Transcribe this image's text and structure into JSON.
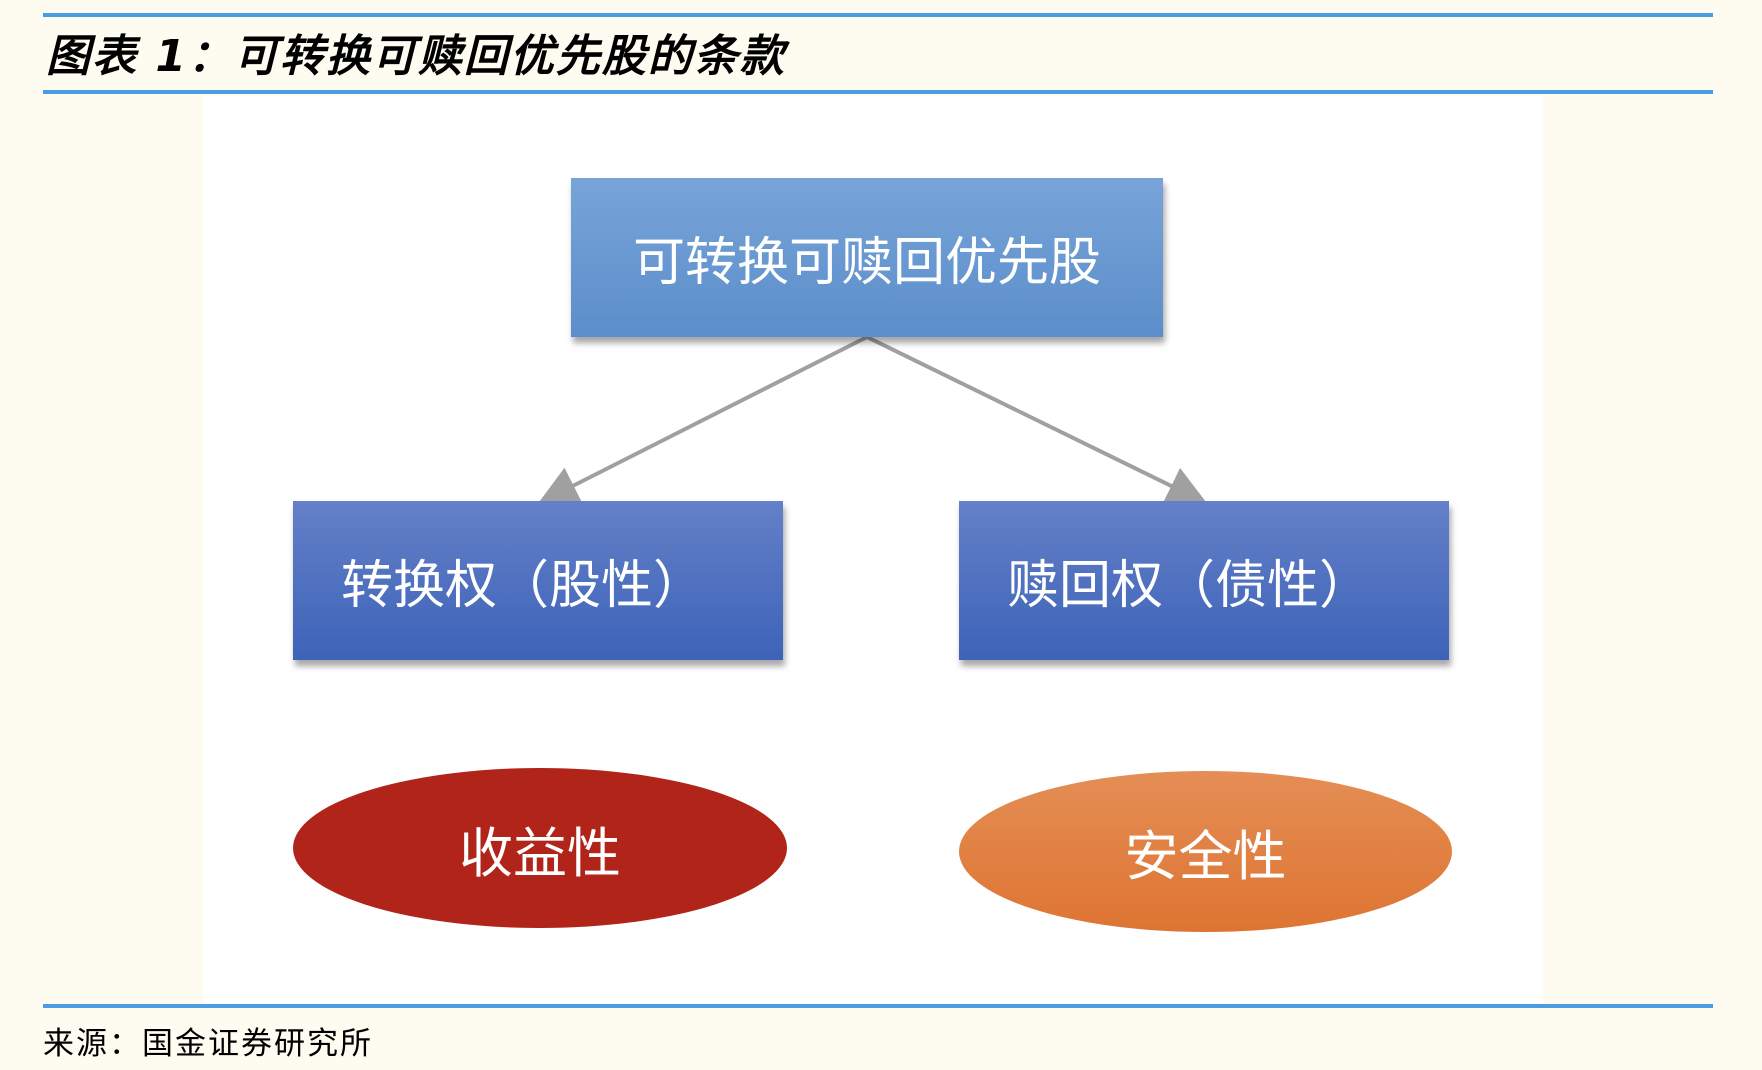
{
  "title": "图表 1：可转换可赎回优先股的条款",
  "diagram": {
    "root": "可转换可赎回优先股",
    "left_child": "转换权（股性）",
    "right_child": "赎回权（债性）",
    "left_ellipse": "收益性",
    "right_ellipse": "安全性"
  },
  "colors": {
    "rule": "#4a9de0",
    "root": "#6a9ad3",
    "child": "#4a6fbf",
    "left_ellipse": "#b02419",
    "right_ellipse": "#e07f40"
  },
  "source": "来源：国金证券研究所"
}
